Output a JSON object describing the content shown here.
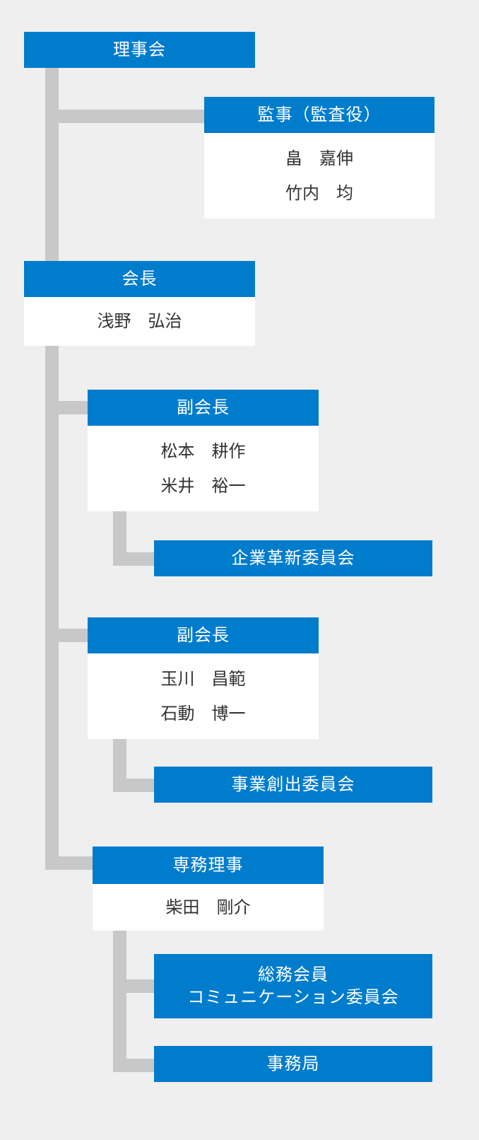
{
  "board": {
    "title": "理事会"
  },
  "auditor": {
    "title": "監事（監査役）",
    "names": [
      "畠　嘉伸",
      "竹内　均"
    ]
  },
  "president": {
    "title": "会長",
    "names": [
      "浅野　弘治"
    ]
  },
  "vp1": {
    "title": "副会長",
    "names": [
      "松本　耕作",
      "米井　裕一"
    ]
  },
  "committee1": {
    "title": "企業革新委員会"
  },
  "vp2": {
    "title": "副会長",
    "names": [
      "玉川　昌範",
      "石動　博一"
    ]
  },
  "committee2": {
    "title": "事業創出委員会"
  },
  "director": {
    "title": "専務理事",
    "names": [
      "柴田　剛介"
    ]
  },
  "committee3": {
    "title_line1": "総務会員",
    "title_line2": "コミュニケーション委員会"
  },
  "secretariat": {
    "title": "事務局"
  },
  "colors": {
    "header": "#007ccc",
    "connector": "#c8c8c8",
    "background": "#efefef"
  }
}
